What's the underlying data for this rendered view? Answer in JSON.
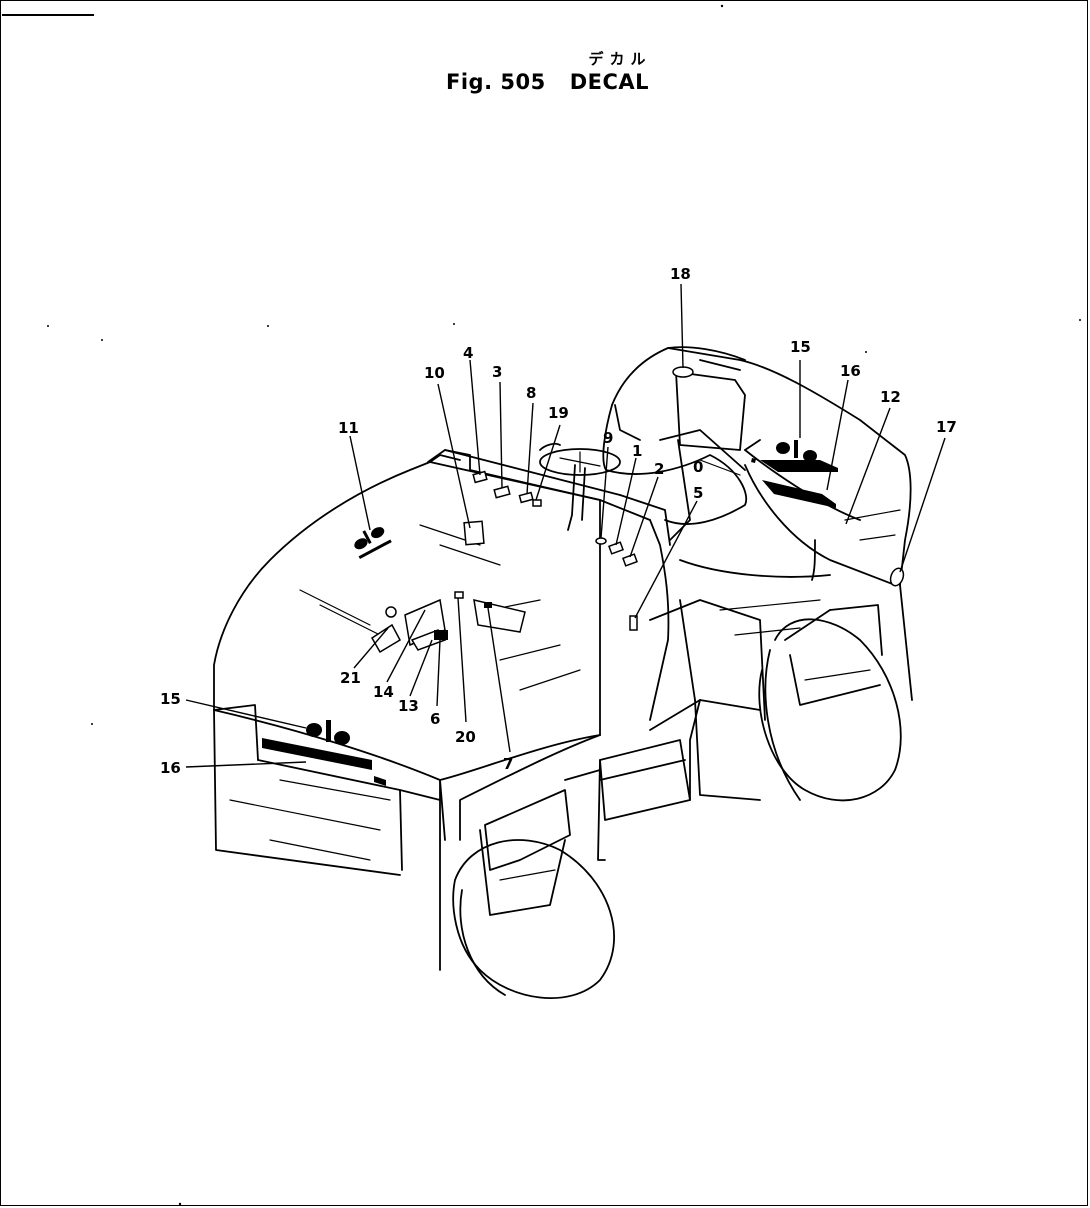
{
  "header": {
    "subtitle_jp": "デカル",
    "figure_number": "Fig. 505",
    "title": "DECAL"
  },
  "callouts": {
    "c1": "1",
    "c2": "2",
    "c3": "3",
    "c4": "4",
    "c5": "5",
    "c6": "6",
    "c7": "7",
    "c8": "8",
    "c9": "9",
    "c10": "10",
    "c11": "11",
    "c12": "12",
    "c13": "13",
    "c14": "14",
    "c15a": "15",
    "c15b": "15",
    "c16a": "16",
    "c16b": "16",
    "c17": "17",
    "c18": "18",
    "c19": "19",
    "c20": "20",
    "c21": "21",
    "c0": "0"
  }
}
